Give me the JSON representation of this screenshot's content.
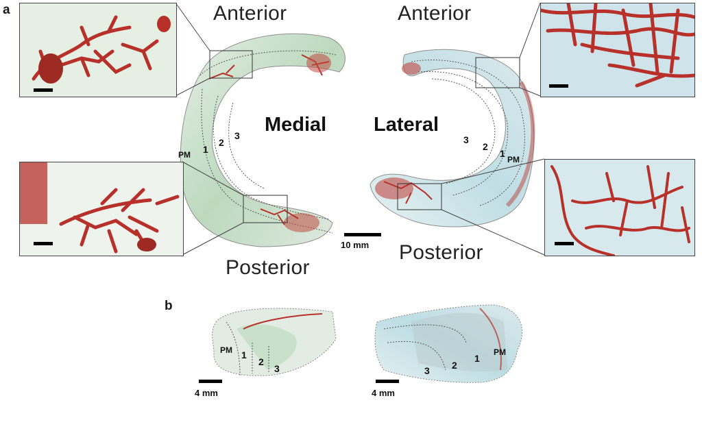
{
  "panels": {
    "a": "a",
    "b": "b"
  },
  "directions": {
    "anterior_medial": "Anterior",
    "anterior_lateral": "Anterior",
    "posterior_medial": "Posterior",
    "posterior_lateral": "Posterior"
  },
  "sides": {
    "medial": "Medial",
    "lateral": "Lateral"
  },
  "zones": {
    "medial_pm": "PM",
    "medial_1": "1",
    "medial_2": "2",
    "medial_3": "3",
    "lateral_pm": "PM",
    "lateral_1": "1",
    "lateral_2": "2",
    "lateral_3": "3",
    "b_left_pm": "PM",
    "b_left_1": "1",
    "b_left_2": "2",
    "b_left_3": "3",
    "b_right_pm": "PM",
    "b_right_1": "1",
    "b_right_2": "2",
    "b_right_3": "3"
  },
  "scalebars": {
    "main": "10 mm",
    "b_left": "4 mm",
    "b_right": "4 mm"
  },
  "colors": {
    "vessel": "#b8302a",
    "medial_tissue": "#cfe3cf",
    "lateral_tissue": "#cfe6ea",
    "outline": "#555555"
  }
}
